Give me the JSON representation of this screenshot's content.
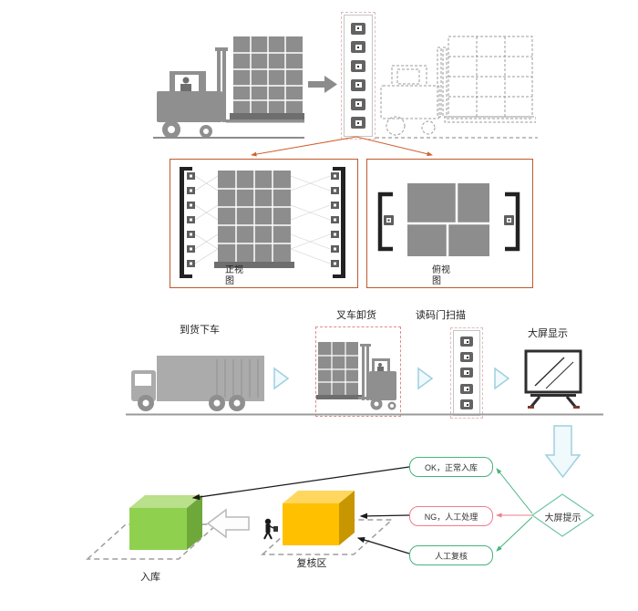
{
  "detail_views": {
    "front_view": "正视图",
    "top_view": "俯视图"
  },
  "workflow_steps": {
    "arrival": "到货下车",
    "unload": "叉车卸货",
    "scan": "读码门扫描",
    "display": "大屏显示"
  },
  "flowchart": {
    "decision": "大屏提示",
    "outcome_ok": "OK，正常入库",
    "outcome_ng": "NG，人工处理",
    "outcome_recheck": "人工复核",
    "recheck_area": "复核区",
    "storage": "入库"
  },
  "colors": {
    "detail_border_orange": "#c0592b",
    "connector_orange": "#cf6230",
    "ok_green": "#45b37c",
    "ng_red": "#ef7d8d",
    "storage_box_green": "#8fd14f",
    "recheck_box_yellow": "#ffc000",
    "flow_arrow_cyan": "#9fcfe0",
    "machine_gray": "#8f8f8f"
  }
}
